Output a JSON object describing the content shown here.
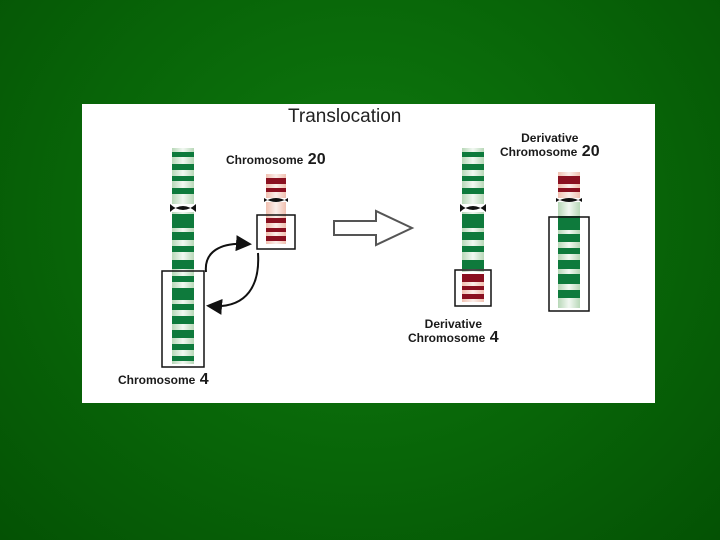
{
  "slide": {
    "background_color": "#086508",
    "figure": {
      "title": "Translocation",
      "labels": {
        "chr20": {
          "name": "Chromosome",
          "number": "20"
        },
        "chr4": {
          "name": "Chromosome",
          "number": "4"
        },
        "der20": {
          "line1": "Derivative",
          "line2": "Chromosome",
          "number": "20"
        },
        "der4": {
          "line1": "Derivative",
          "line2": "Chromosome",
          "number": "4"
        }
      },
      "colors": {
        "chromosome4_band": "#0e7a3c",
        "chromosome4_light": "#b8d8b8",
        "chromosome20_band": "#8a1020",
        "chromosome20_light": "#f0c0b0",
        "centromere": "#111111"
      }
    }
  }
}
